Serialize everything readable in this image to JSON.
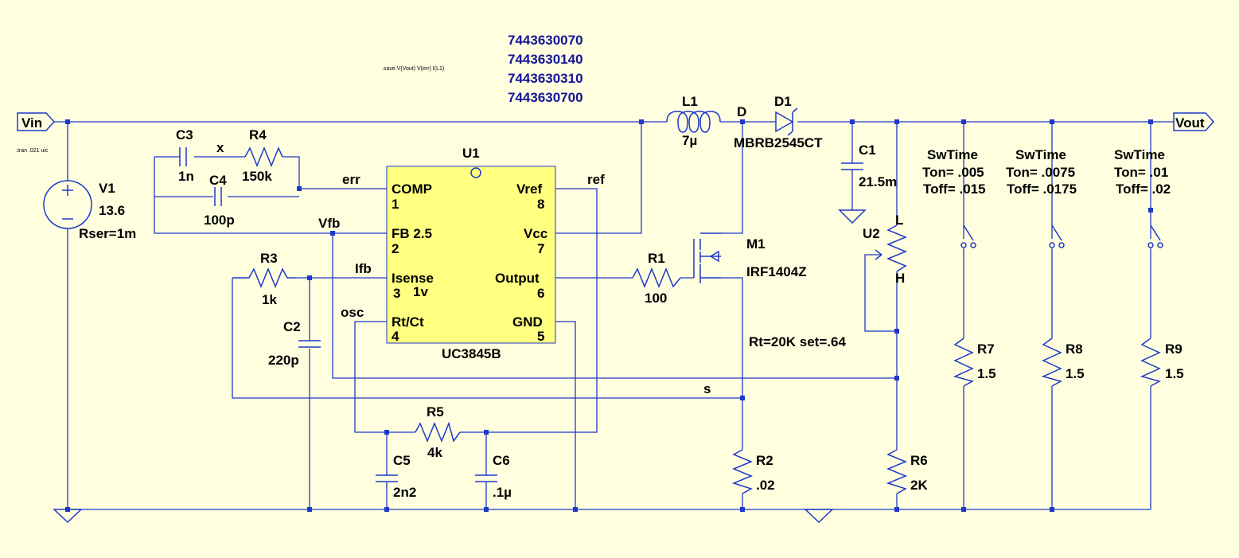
{
  "directives": {
    "save": ".save V(Vout) V(err) I(L1)",
    "tran": ".tran .021 uic"
  },
  "part_numbers": [
    "7443630070",
    "7443630140",
    "7443630310",
    "7443630700"
  ],
  "ports": {
    "vin": "Vin",
    "vout": "Vout"
  },
  "nets": {
    "x": "x",
    "err": "err",
    "ref": "ref",
    "vfb": "Vfb",
    "ifb": "Ifb",
    "osc": "osc",
    "d": "D",
    "s": "s"
  },
  "components": {
    "v1": {
      "ref": "V1",
      "value": "13.6",
      "extra": "Rser=1m"
    },
    "c3": {
      "ref": "C3",
      "value": "1n"
    },
    "c4": {
      "ref": "C4",
      "value": "100p"
    },
    "r4": {
      "ref": "R4",
      "value": "150k"
    },
    "r3": {
      "ref": "R3",
      "value": "1k"
    },
    "c2": {
      "ref": "C2",
      "value": "220p"
    },
    "r5": {
      "ref": "R5",
      "value": "4k"
    },
    "c5": {
      "ref": "C5",
      "value": "2n2"
    },
    "c6": {
      "ref": "C6",
      "value": ".1µ"
    },
    "l1": {
      "ref": "L1",
      "value": "7µ"
    },
    "d1": {
      "ref": "D1",
      "value": "MBRB2545CT"
    },
    "c1": {
      "ref": "C1",
      "value": "21.5m"
    },
    "m1": {
      "ref": "M1",
      "value": "IRF1404Z"
    },
    "r1": {
      "ref": "R1",
      "value": "100"
    },
    "r2": {
      "ref": "R2",
      "value": ".02"
    },
    "u2": {
      "ref": "U2",
      "pin_l": "L",
      "pin_h": "H",
      "value": "Rt=20K set=.64"
    },
    "r6": {
      "ref": "R6",
      "value": "2K"
    },
    "r7": {
      "ref": "R7",
      "value": "1.5"
    },
    "r8": {
      "ref": "R8",
      "value": "1.5"
    },
    "r9": {
      "ref": "R9",
      "value": "1.5"
    }
  },
  "ic": {
    "ref": "U1",
    "name": "UC3845B",
    "pins": {
      "comp": {
        "label": "COMP",
        "num": "1"
      },
      "fb": {
        "label": "FB 2.5",
        "num": "2"
      },
      "isense": {
        "label": "Isense",
        "num": "3",
        "extra": "1v"
      },
      "rtct": {
        "label": "Rt/Ct",
        "num": "4"
      },
      "gnd": {
        "label": "GND",
        "num": "5"
      },
      "output": {
        "label": "Output",
        "num": "6"
      },
      "vcc": {
        "label": "Vcc",
        "num": "7"
      },
      "vref": {
        "label": "Vref",
        "num": "8"
      }
    }
  },
  "switches": [
    {
      "title": "SwTime",
      "ton": "Ton= .005",
      "toff": "Toff= .015"
    },
    {
      "title": "SwTime",
      "ton": "Ton= .0075",
      "toff": "Toff= .0175"
    },
    {
      "title": "SwTime",
      "ton": "Ton= .01",
      "toff": "Toff= .02"
    }
  ],
  "colors": {
    "background": "#ffffe0",
    "wire": "#1f38c8",
    "ic_fill": "#ffff80",
    "part_text": "#14149a"
  }
}
